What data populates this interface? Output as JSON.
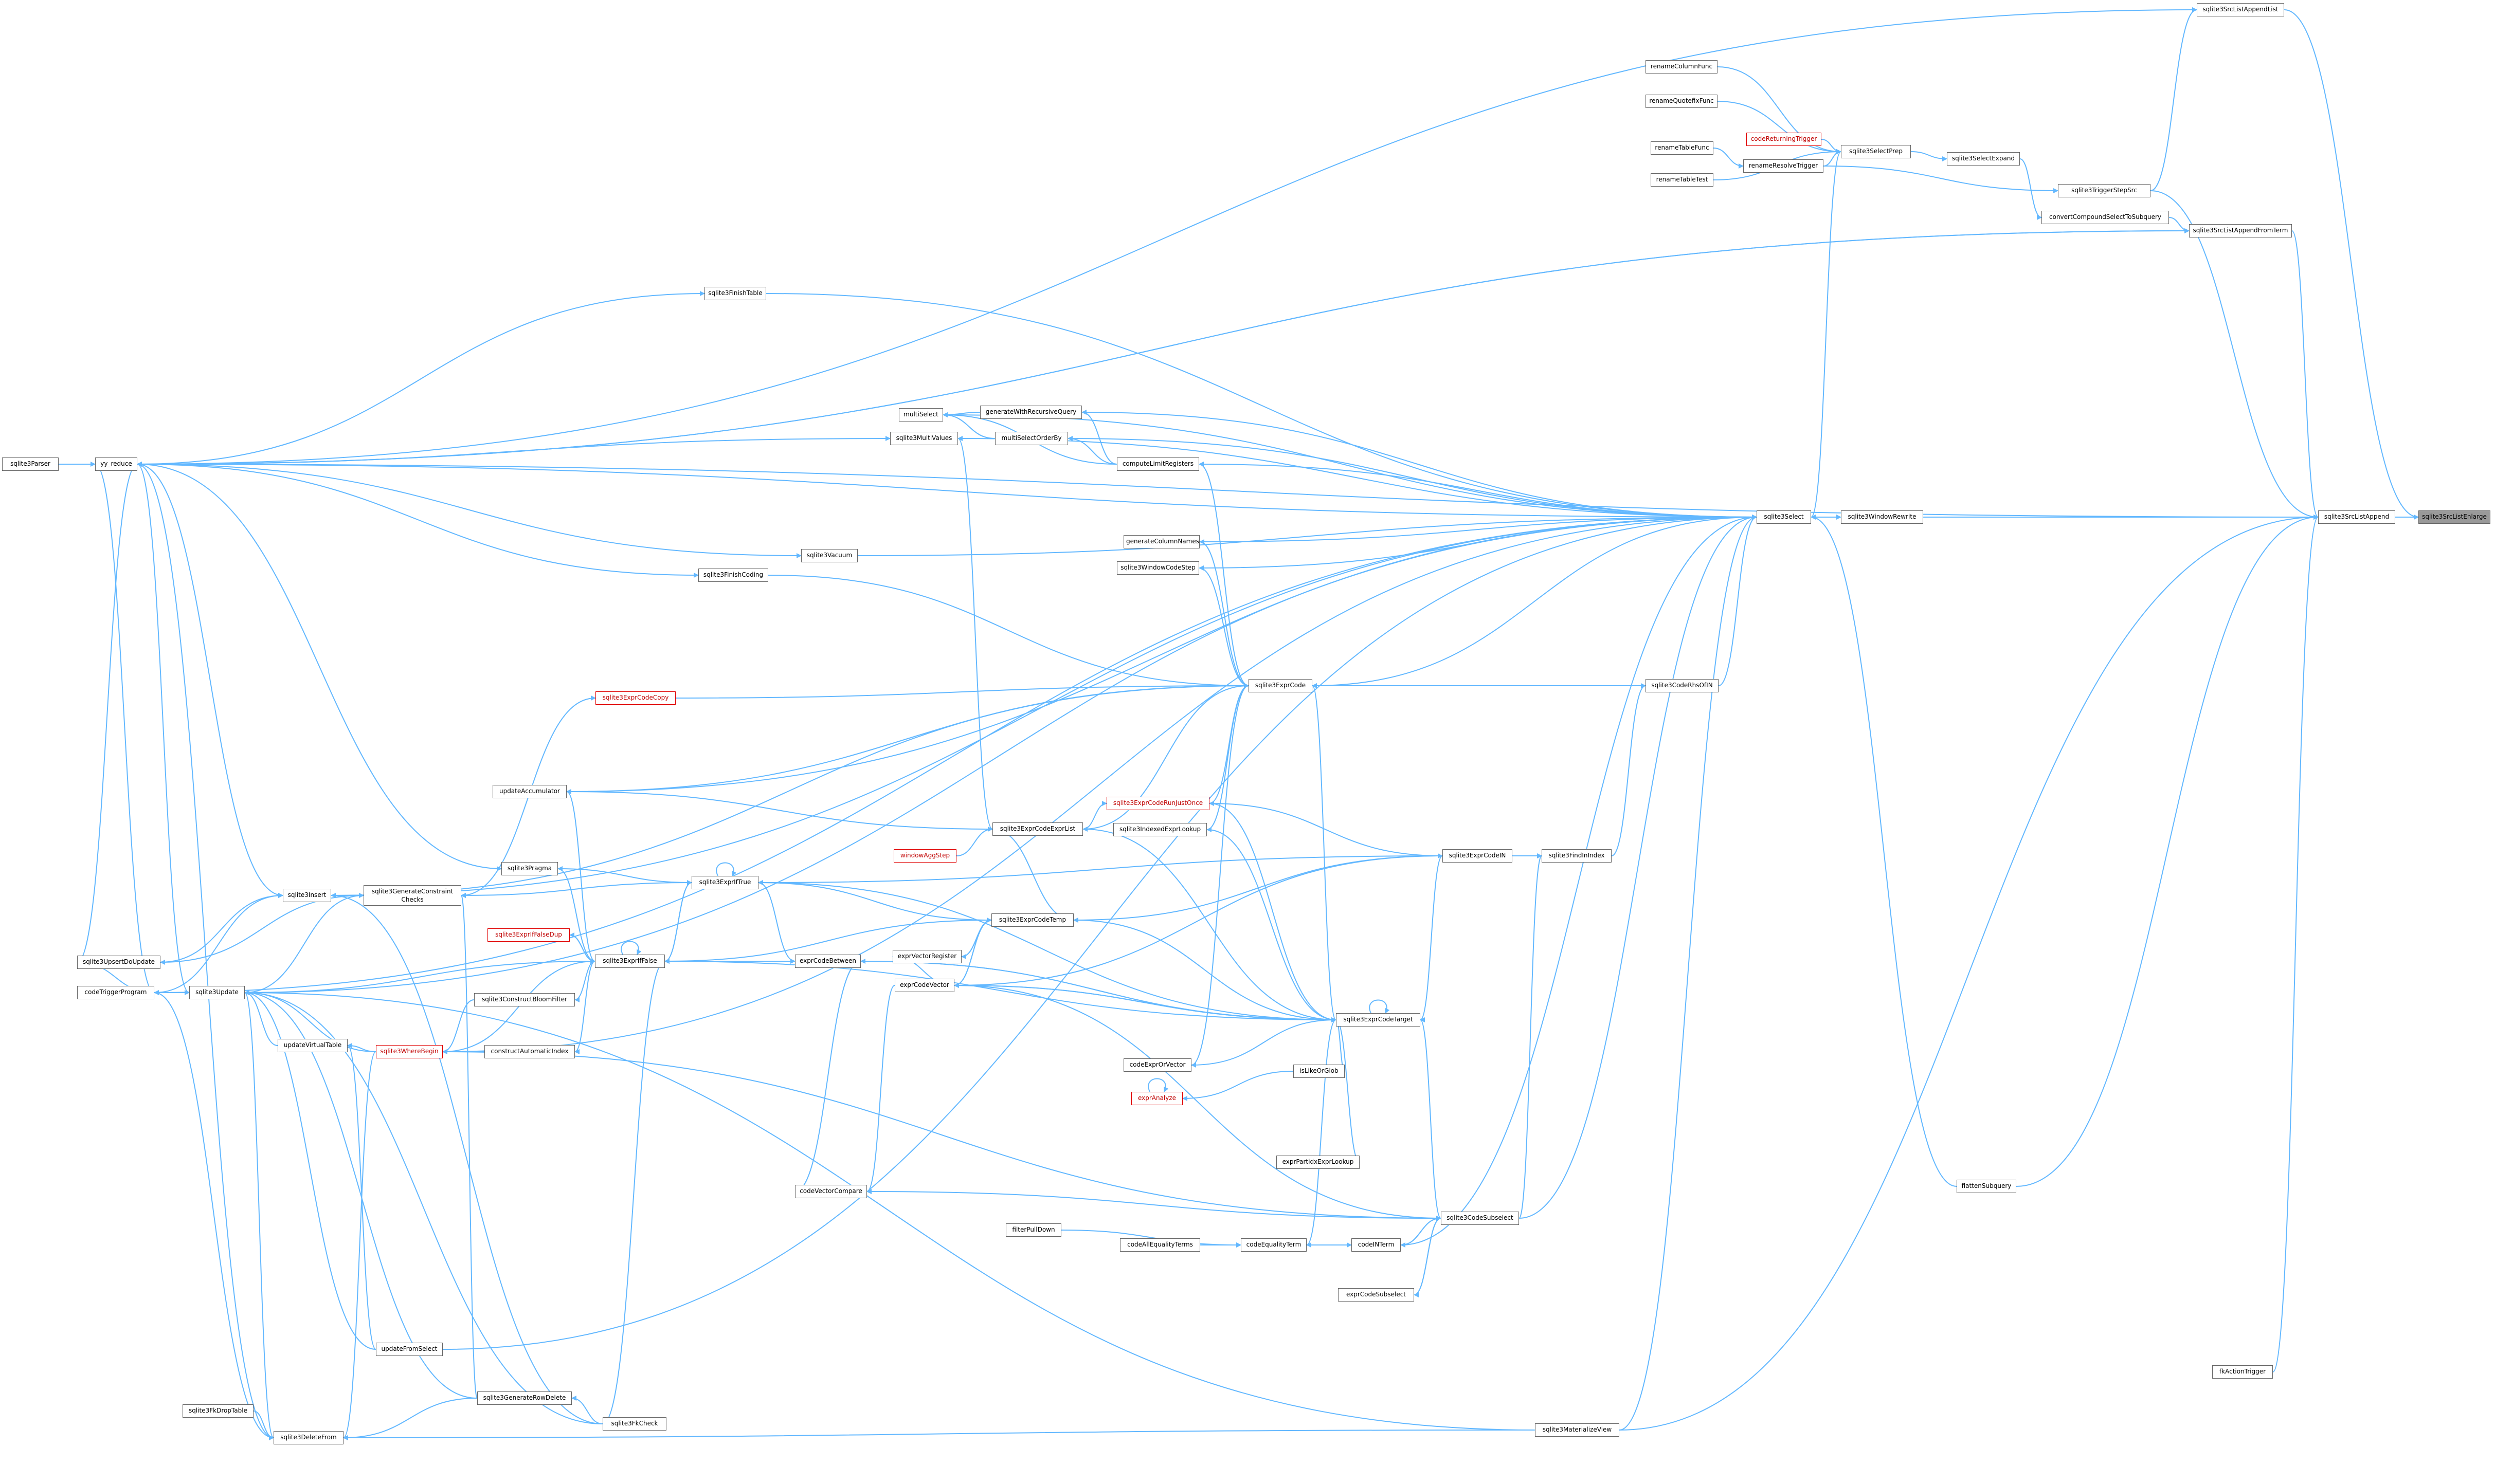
{
  "title": "sqlite3SrcListEnlarge caller graph",
  "colors": {
    "edge": "#63b8ff",
    "node_border": "#666666",
    "focus_fill": "#999999",
    "red_border": "#e00000"
  },
  "nodes": {
    "sqlite3SrcListEnlarge": "sqlite3SrcListEnlarge",
    "sqlite3SrcListAppend": "sqlite3SrcListAppend",
    "sqlite3SrcListAppendList": "sqlite3SrcListAppendList",
    "sqlite3SrcListAppendFromTerm": "sqlite3SrcListAppendFromTerm",
    "sqlite3TriggerStepSrc": "sqlite3TriggerStepSrc",
    "convertCompoundSelectToSubquery": "convertCompoundSelectToSubquery",
    "sqlite3SelectExpand": "sqlite3SelectExpand",
    "sqlite3SelectPrep": "sqlite3SelectPrep",
    "renameColumnFunc": "renameColumnFunc",
    "renameQuotefixFunc": "renameQuotefixFunc",
    "codeReturningTrigger": "codeReturningTrigger",
    "renameTableFunc": "renameTableFunc",
    "renameResolveTrigger": "renameResolveTrigger",
    "renameTableTest": "renameTableTest",
    "sqlite3Select": "sqlite3Select",
    "sqlite3WindowRewrite": "sqlite3WindowRewrite",
    "sqlite3FinishTable": "sqlite3FinishTable",
    "multiSelect": "multiSelect",
    "generateWithRecursiveQuery": "generateWithRecursiveQuery",
    "multiSelectOrderBy": "multiSelectOrderBy",
    "sqlite3MultiValues": "sqlite3MultiValues",
    "computeLimitRegisters": "computeLimitRegisters",
    "yy_reduce": "yy_reduce",
    "sqlite3Parser": "sqlite3Parser",
    "generateColumnNames": "generateColumnNames",
    "sqlite3WindowCodeStep": "sqlite3WindowCodeStep",
    "sqlite3Vacuum": "sqlite3Vacuum",
    "sqlite3FinishCoding": "sqlite3FinishCoding",
    "sqlite3ExprCode": "sqlite3ExprCode",
    "sqlite3CodeRhsOfIN": "sqlite3CodeRhsOfIN",
    "sqlite3ExprCodeCopy": "sqlite3ExprCodeCopy",
    "updateAccumulator": "updateAccumulator",
    "sqlite3ExprCodeRunJustOnce": "sqlite3ExprCodeRunJustOnce",
    "sqlite3ExprCodeExprList": "sqlite3ExprCodeExprList",
    "sqlite3IndexedExprLookup": "sqlite3IndexedExprLookup",
    "windowAggStep": "windowAggStep",
    "sqlite3ExprCodeIN": "sqlite3ExprCodeIN",
    "sqlite3FindInIndex": "sqlite3FindInIndex",
    "sqlite3Pragma": "sqlite3Pragma",
    "sqlite3ExprIfTrue": "sqlite3ExprIfTrue",
    "sqlite3Insert": "sqlite3Insert",
    "sqlite3GenerateConstraintChecks": "sqlite3GenerateConstraint Checks",
    "sqlite3ExprCodeTemp": "sqlite3ExprCodeTemp",
    "sqlite3ExprIfFalseDup": "sqlite3ExprIfFalseDup",
    "sqlite3UpsertDoUpdate": "sqlite3UpsertDoUpdate",
    "sqlite3ExprIfFalse": "sqlite3ExprIfFalse",
    "exprCodeBetween": "exprCodeBetween",
    "exprVectorRegister": "exprVectorRegister",
    "codeTriggerProgram": "codeTriggerProgram",
    "sqlite3Update": "sqlite3Update",
    "sqlite3ConstructBloomFilter": "sqlite3ConstructBloomFilter",
    "exprCodeVector": "exprCodeVector",
    "sqlite3ExprCodeTarget": "sqlite3ExprCodeTarget",
    "updateVirtualTable": "updateVirtualTable",
    "sqlite3WhereBegin": "sqlite3WhereBegin",
    "constructAutomaticIndex": "constructAutomaticIndex",
    "codeExprOrVector": "codeExprOrVector",
    "isLikeOrGlob": "isLikeOrGlob",
    "exprAnalyze": "exprAnalyze",
    "exprPartidxExprLookup": "exprPartidxExprLookup",
    "codeVectorCompare": "codeVectorCompare",
    "sqlite3CodeSubselect": "sqlite3CodeSubselect",
    "flattenSubquery": "flattenSubquery",
    "filterPullDown": "filterPullDown",
    "codeAllEqualityTerms": "codeAllEqualityTerms",
    "codeEqualityTerm": "codeEqualityTerm",
    "codeINTerm": "codeINTerm",
    "exprCodeSubselect": "exprCodeSubselect",
    "updateFromSelect": "updateFromSelect",
    "sqlite3FkDropTable": "sqlite3FkDropTable",
    "sqlite3GenerateRowDelete": "sqlite3GenerateRowDelete",
    "sqlite3FkCheck": "sqlite3FkCheck",
    "sqlite3DeleteFrom": "sqlite3DeleteFrom",
    "sqlite3MaterializeView": "sqlite3MaterializeView",
    "fkActionTrigger": "fkActionTrigger"
  }
}
